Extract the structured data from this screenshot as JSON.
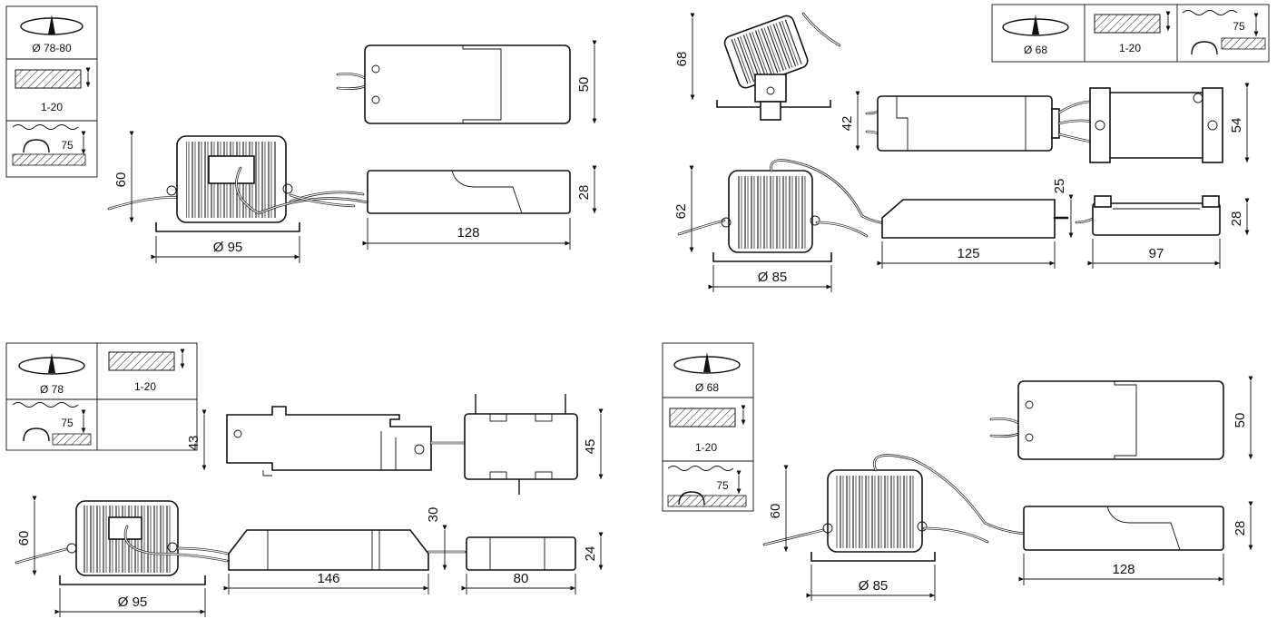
{
  "panels": {
    "tl": {
      "legend": {
        "cutout": "Ø 78-80",
        "thickness": "1-20",
        "depth": "75"
      },
      "dims": {
        "driver_width": "50",
        "lamp_height": "60",
        "driver_height": "28",
        "driver_length": "128",
        "diameter": "Ø 95"
      }
    },
    "tr": {
      "legend": {
        "cutout": "Ø 68",
        "thickness": "1-20",
        "depth": "75"
      },
      "dims": {
        "tilt_height": "68",
        "driver_width": "42",
        "box_width": "54",
        "lamp_height": "62",
        "driver_height": "25",
        "box_height": "28",
        "driver_length": "125",
        "box_length": "97",
        "diameter": "Ø 85"
      }
    },
    "bl": {
      "legend": {
        "cutout": "Ø 78",
        "thickness": "1-20",
        "depth": "75"
      },
      "dims": {
        "driver_width": "43",
        "box_width": "45",
        "lamp_height": "60",
        "driver_height": "30",
        "box_height": "24",
        "driver_length": "146",
        "box_length": "80",
        "diameter": "Ø 95"
      }
    },
    "br": {
      "legend": {
        "cutout": "Ø 68",
        "thickness": "1-20",
        "depth": "75"
      },
      "dims": {
        "driver_width": "50",
        "lamp_height": "60",
        "driver_height": "28",
        "driver_length": "128",
        "diameter": "Ø 85"
      }
    }
  }
}
